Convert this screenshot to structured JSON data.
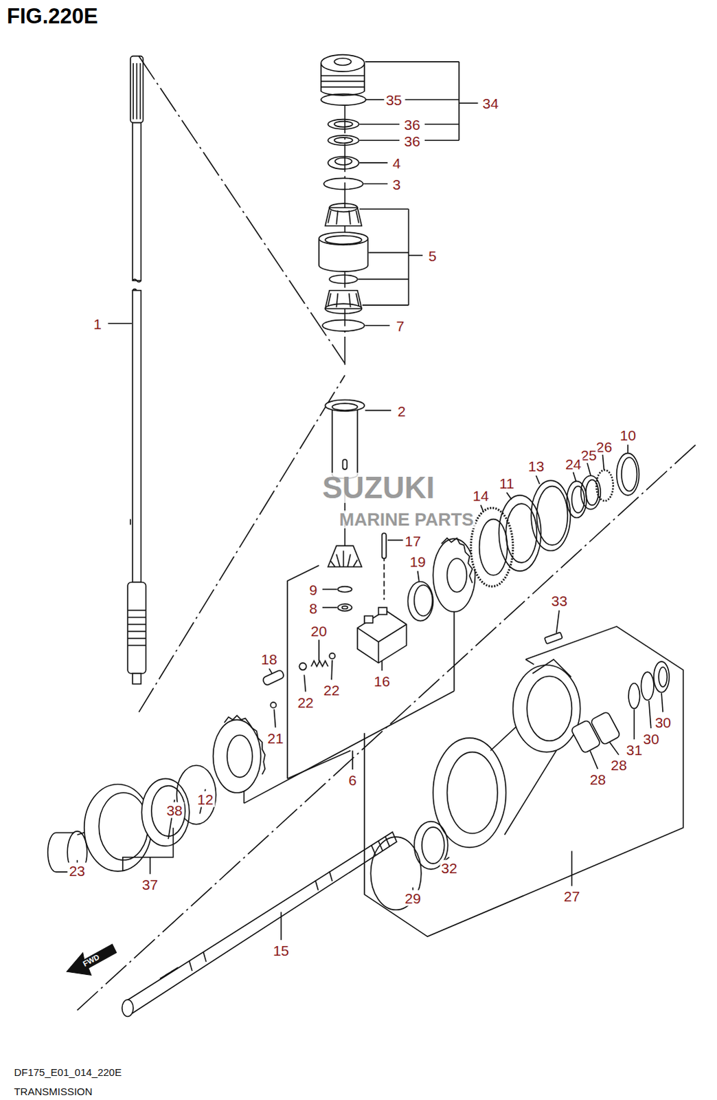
{
  "diagram": {
    "title": "FIG.220E",
    "caption": "TRANSMISSION",
    "labels": [
      "35",
      "34",
      "36",
      "36",
      "4",
      "3",
      "5",
      "7",
      "1",
      "2",
      "10",
      "26",
      "25",
      "24",
      "13",
      "11",
      "14",
      "17",
      "19",
      "9",
      "8",
      "33",
      "20",
      "18",
      "22",
      "22",
      "16",
      "21",
      "30",
      "30",
      "31",
      "28",
      "28",
      "6",
      "12",
      "38",
      "23",
      "37",
      "32",
      "29",
      "27",
      "15",
      "SUZUKI",
      "MARINE PARTS",
      "FWD",
      "DF175_E01_014_220E"
    ]
  }
}
